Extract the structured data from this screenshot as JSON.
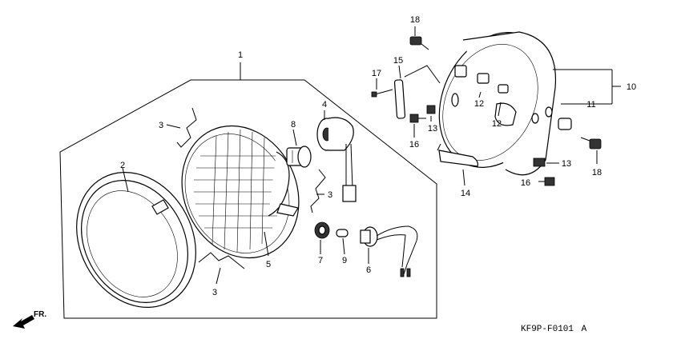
{
  "drawing_code": "KF9P-F0101",
  "drawing_revision": "A",
  "direction_label": "FR.",
  "callouts": {
    "c1": "1",
    "c2": "2",
    "c3a": "3",
    "c3b": "3",
    "c3c": "3",
    "c4": "4",
    "c5": "5",
    "c6": "6",
    "c7": "7",
    "c8": "8",
    "c9": "9",
    "c10": "10",
    "c11": "11",
    "c12a": "12",
    "c12b": "12",
    "c13a": "13",
    "c13b": "13",
    "c14": "14",
    "c15": "15",
    "c16a": "16",
    "c16b": "16",
    "c17": "17",
    "c18a": "18",
    "c18b": "18"
  }
}
